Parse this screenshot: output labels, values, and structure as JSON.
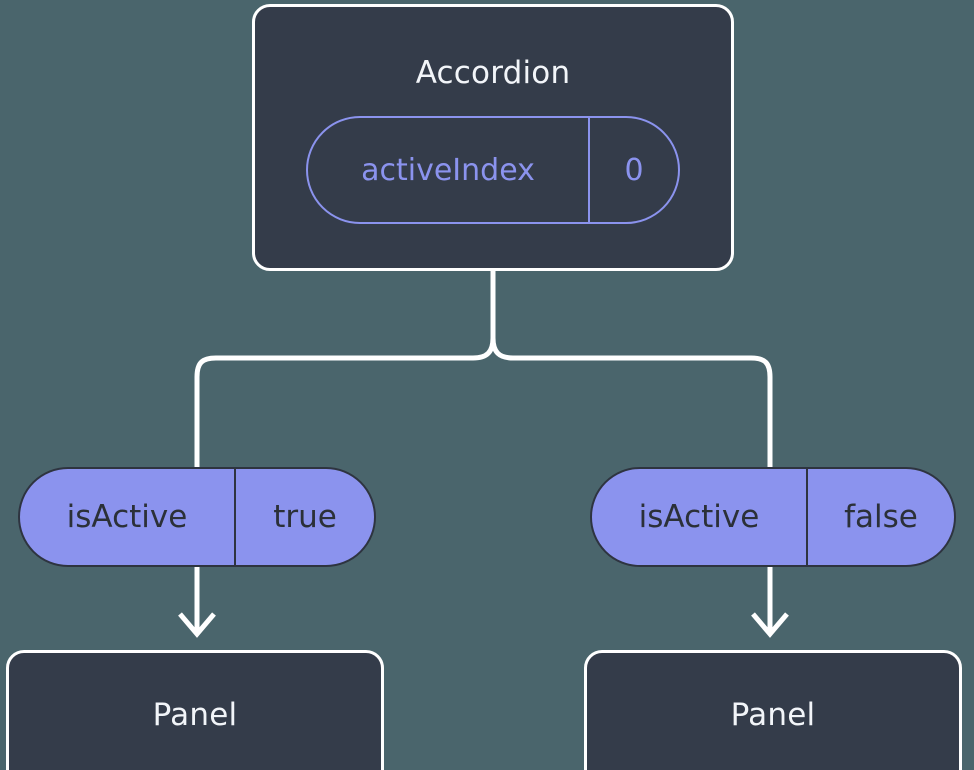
{
  "diagram": {
    "background_color": "#4a656c",
    "node_fill_color": "#343c4a",
    "node_stroke_color": "#ffffff",
    "accent_color": "#8b93ee",
    "edge_color": "#ffffff",
    "root": {
      "title": "Accordion",
      "prop": {
        "key": "activeIndex",
        "value": "0"
      }
    },
    "branches": [
      {
        "prop": {
          "key": "isActive",
          "value": "true"
        },
        "child": {
          "title": "Panel"
        }
      },
      {
        "prop": {
          "key": "isActive",
          "value": "false"
        },
        "child": {
          "title": "Panel"
        }
      }
    ]
  }
}
